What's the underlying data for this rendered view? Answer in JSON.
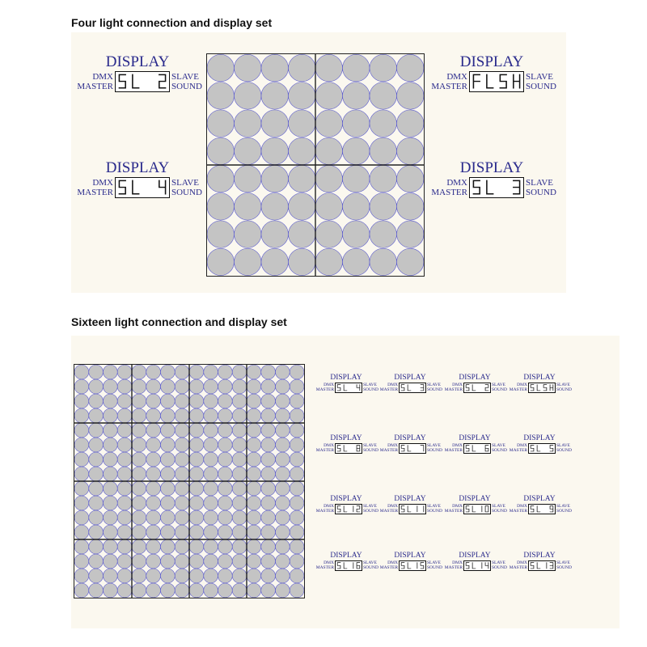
{
  "sections": {
    "four": {
      "title": "Four light connection and display set"
    },
    "sixteen": {
      "title": "Sixteen light connection and display set"
    }
  },
  "display_labels": {
    "title": "DISPLAY",
    "dmx": "DMX",
    "master": "MASTER",
    "slave": "SLAVE",
    "sound": "SOUND"
  },
  "four_light_displays": [
    {
      "position": "top-left",
      "value": "SL 2"
    },
    {
      "position": "top-right",
      "value": "FLSH"
    },
    {
      "position": "bottom-left",
      "value": "SL 4"
    },
    {
      "position": "bottom-right",
      "value": "SL 3"
    }
  ],
  "sixteen_light_displays": [
    [
      "SL 4",
      "SL 3",
      "SL 2",
      "SLSH"
    ],
    [
      "SL 8",
      "SL 7",
      "SL 6",
      "SL 5"
    ],
    [
      "SL 12",
      "SL 11",
      "SL 10",
      "SL 9"
    ],
    [
      "SL 16",
      "SL 15",
      "SL 14",
      "SL 13"
    ]
  ],
  "colors": {
    "background": "#fbf8ef",
    "led_fill": "#c4c4c4",
    "led_stroke": "#5a5ad0",
    "text": "#2a2a8c"
  }
}
